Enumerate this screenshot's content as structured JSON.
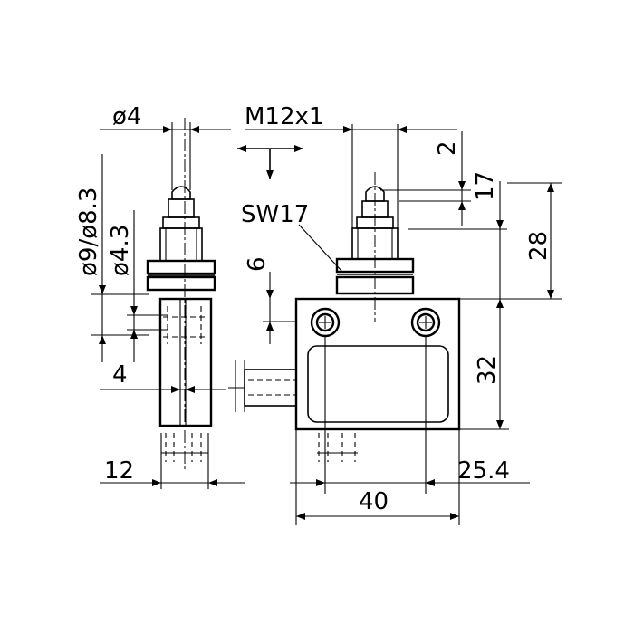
{
  "diagram": {
    "labels": {
      "pin_diameter": "ø4",
      "thread": "M12x1",
      "body_diameter": "ø9/ø8.3",
      "inner_diameter": "ø4.3",
      "wrench": "SW17",
      "gap_2": "2",
      "height_17": "17",
      "height_28": "28",
      "spacing_6": "6",
      "width_4": "4",
      "height_32": "32",
      "width_12": "12",
      "hole_spacing": "25.4",
      "width_40": "40"
    }
  }
}
